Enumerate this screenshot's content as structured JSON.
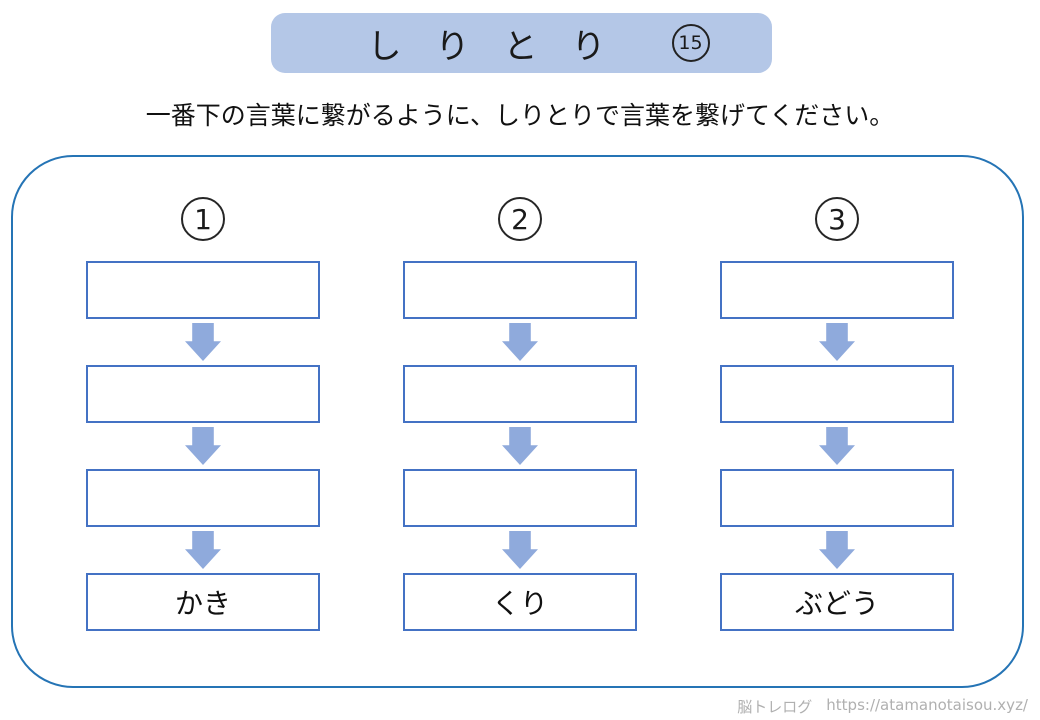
{
  "title": {
    "text": "しりとり",
    "number": "15"
  },
  "instruction": "一番下の言葉に繋がるように、しりとりで言葉を繋げてください。",
  "worksheet": {
    "columns": [
      {
        "number": "1",
        "answer_boxes": [
          "",
          "",
          ""
        ],
        "given_word": "かき"
      },
      {
        "number": "2",
        "answer_boxes": [
          "",
          "",
          ""
        ],
        "given_word": "くり"
      },
      {
        "number": "3",
        "answer_boxes": [
          "",
          "",
          ""
        ],
        "given_word": "ぶどう"
      }
    ]
  },
  "footer": {
    "site_name": "脳トレログ",
    "url": "https://atamanotaisou.xyz/"
  },
  "colors": {
    "banner_bg": "#b4c7e7",
    "box_border": "#4472c4",
    "arrow_fill": "#8faadc",
    "container_border": "#2574b5",
    "text": "#1a1a1a",
    "footer_text": "#b0b0b0"
  }
}
